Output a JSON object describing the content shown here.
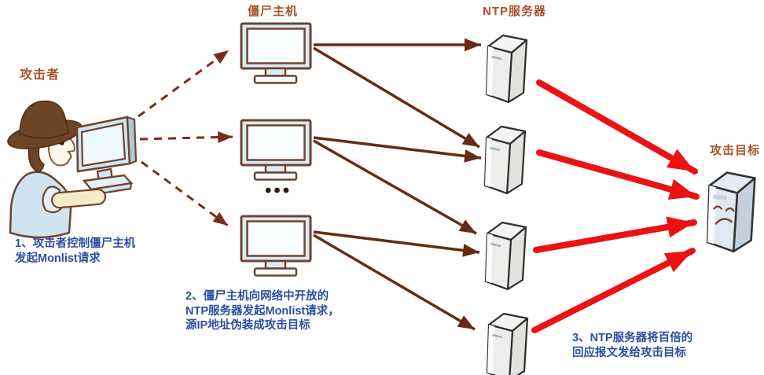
{
  "labels": {
    "attacker": "攻击者",
    "zombie_host": "僵尸主机",
    "ntp_server": "NTP服务器",
    "attack_target": "攻击目标",
    "ellipsis": "•••"
  },
  "steps": [
    {
      "lines": [
        "1、攻击者控制僵尸主机",
        "发起Monlist请求"
      ]
    },
    {
      "lines": [
        "2、僵尸主机向网络中开放的",
        "NTP服务器发起Monlist请求，",
        "源IP地址伪装成攻击目标"
      ]
    },
    {
      "lines": [
        "3、NTP服务器将百倍的",
        "回应报文发给攻击目标"
      ]
    }
  ],
  "colors": {
    "label_text": "#a8532c",
    "step_text": "#2c4fa1",
    "control_arrow": "#7a2d1b",
    "request_arrow": "#652c15",
    "response_arrow": "#ea1212",
    "monitor_fill": "#d8ecf6",
    "monitor_outline": "#6f4430",
    "server_fill": "#ededeb",
    "target_fill": "#dfe9f4",
    "background": "#ffffff"
  }
}
